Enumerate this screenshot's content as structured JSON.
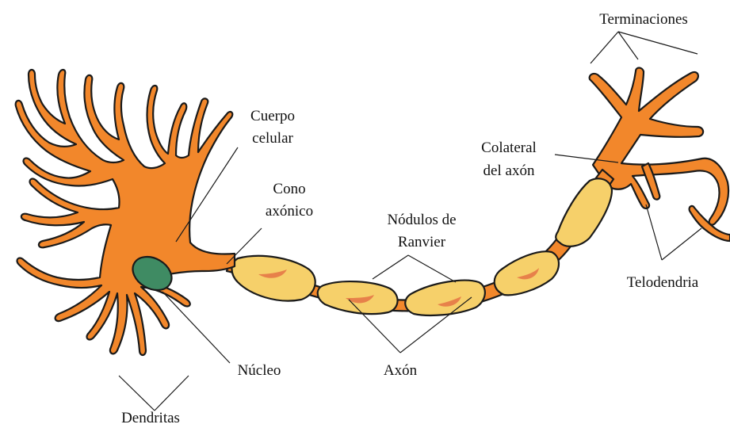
{
  "colors": {
    "cell": "#f2872b",
    "myelin": "#f6d06a",
    "nucleus": "#3f8b63",
    "streak": "#e7814a",
    "outline": "#1a1a1a"
  },
  "labels": {
    "terminaciones": "Terminaciones",
    "cuerpo_1": "Cuerpo",
    "cuerpo_2": "celular",
    "cono_1": "Cono",
    "cono_2": "axónico",
    "nodulos_1": "Nódulos de",
    "nodulos_2": "Ranvier",
    "colateral_1": "Colateral",
    "colateral_2": "del axón",
    "telodendria": "Telodendria",
    "nucleo": "Núcleo",
    "axon": "Axón",
    "dendritas": "Dendritas"
  }
}
